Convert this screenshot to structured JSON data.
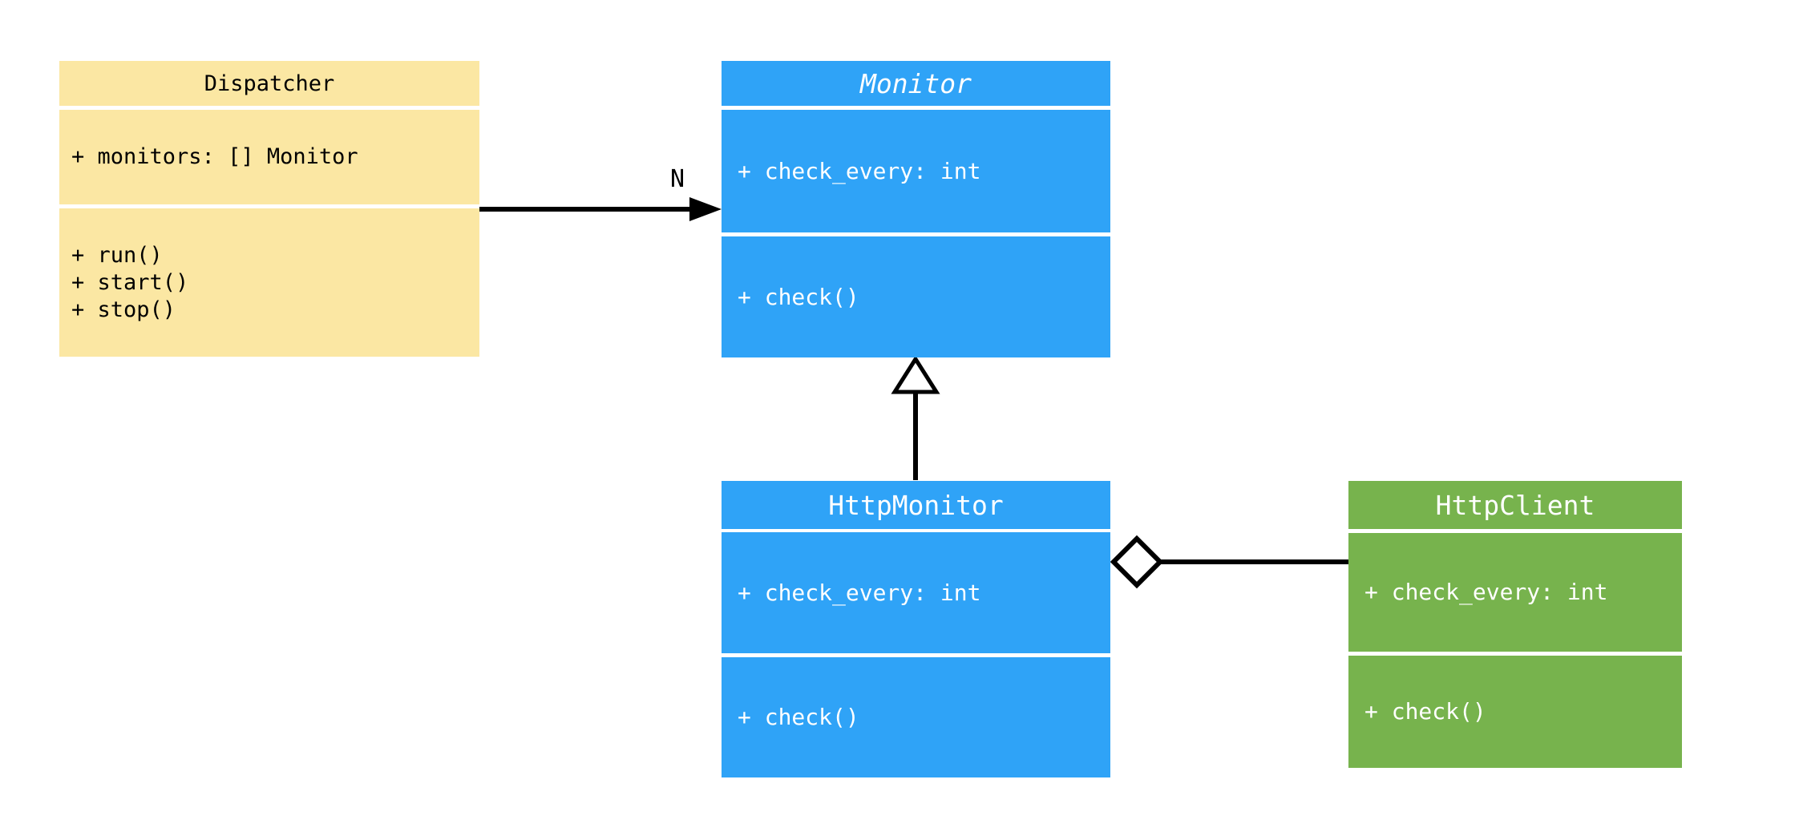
{
  "diagram": {
    "kind": "uml-class-diagram",
    "background_color": "#FFFFFF",
    "connector_color": "#000000"
  },
  "classes": [
    {
      "name": "Dispatcher",
      "abstract": false,
      "fill_color": "#FBE7A3",
      "text_color": "#000000",
      "attributes": [
        "+ monitors: [] Monitor"
      ],
      "methods": [
        "+ run()",
        "+ start()",
        "+ stop()"
      ]
    },
    {
      "name": "Monitor",
      "abstract": true,
      "fill_color": "#2FA3F7",
      "text_color": "#FFFFFF",
      "attributes": [
        "+ check_every: int"
      ],
      "methods": [
        "+ check()"
      ]
    },
    {
      "name": "HttpMonitor",
      "abstract": false,
      "fill_color": "#2FA3F7",
      "text_color": "#FFFFFF",
      "attributes": [
        "+ check_every: int"
      ],
      "methods": [
        "+ check()"
      ]
    },
    {
      "name": "HttpClient",
      "abstract": false,
      "fill_color": "#77B34D",
      "text_color": "#FFFFFF",
      "attributes": [
        "+ check_every: int"
      ],
      "methods": [
        "+ check()"
      ]
    }
  ],
  "relationships": [
    {
      "type": "association",
      "from": "Dispatcher",
      "to": "Monitor",
      "label": "N",
      "marker": "filled-arrowhead"
    },
    {
      "type": "inheritance",
      "from": "HttpMonitor",
      "to": "Monitor",
      "label": "",
      "marker": "hollow-triangle"
    },
    {
      "type": "aggregation",
      "from": "HttpMonitor",
      "to": "HttpClient",
      "label": "",
      "marker": "hollow-diamond"
    }
  ]
}
